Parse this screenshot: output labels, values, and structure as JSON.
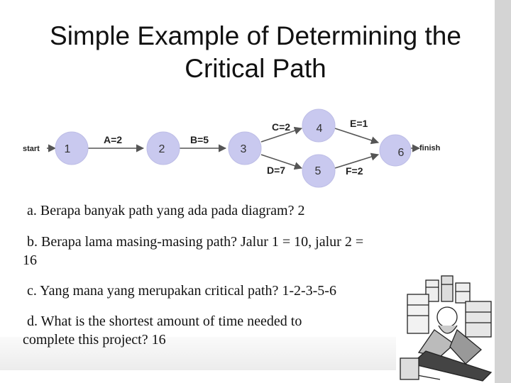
{
  "title": {
    "line1": "Simple Example of Determining the",
    "line2": "Critical Path"
  },
  "diagram": {
    "start_label": "start",
    "finish_label": "finish",
    "nodes": [
      "1",
      "2",
      "3",
      "4",
      "5",
      "6"
    ],
    "edges": {
      "a": "A=2",
      "b": "B=5",
      "c": "C=2",
      "d": "D=7",
      "e": "E=1",
      "f": "F=2"
    }
  },
  "questions": {
    "a": "a. Berapa banyak path yang ada pada diagram? 2",
    "b_line1": "b. Berapa lama masing-masing path? Jalur 1 = 10, jalur 2 =",
    "b_line2": "16",
    "c": "c. Yang mana yang merupakan critical path? 1-2-3-5-6",
    "d_line1": "d. What is the shortest amount of time needed to",
    "d_line2": "complete this project? 16"
  },
  "colors": {
    "node_fill": "#c9c9ef",
    "side_strip": "#d4d4d4"
  }
}
